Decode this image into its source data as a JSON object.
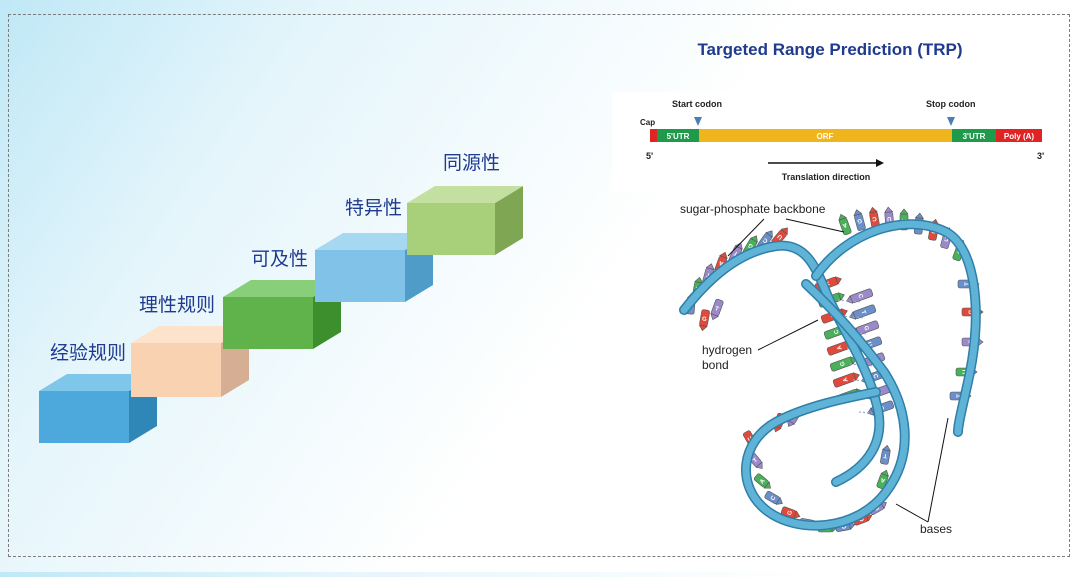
{
  "staircase": {
    "steps": [
      {
        "label": "经验规则",
        "top": "#7ec6ea",
        "front": "#4da8dc",
        "side": "#2f87b8"
      },
      {
        "label": "理性规则",
        "top": "#fde3cb",
        "front": "#f9d2b2",
        "side": "#d6ae93"
      },
      {
        "label": "可及性",
        "top": "#89cf7a",
        "front": "#5fb34a",
        "side": "#3d8f2e"
      },
      {
        "label": "特异性",
        "top": "#a7d8f2",
        "front": "#80c2e8",
        "side": "#4f9cc9"
      },
      {
        "label": "同源性",
        "top": "#c4e0a1",
        "front": "#a8cf7a",
        "side": "#7ea653"
      }
    ]
  },
  "trp": {
    "title": "Targeted Range Prediction (TRP)"
  },
  "mrna": {
    "start_codon": "Start codon",
    "stop_codon": "Stop codon",
    "cap": "Cap",
    "utr5": "5'UTR",
    "orf": "ORF",
    "utr3": "3'UTR",
    "polya": "Poly (A)",
    "end5": "5'",
    "end3": "3'",
    "direction": "Translation direction",
    "colors": {
      "cap": "#e02424",
      "utr": "#1f9a4a",
      "orf": "#f0b41c",
      "polya": "#e02424",
      "marker": "#4a7fb5"
    }
  },
  "dna": {
    "backbone_label": "sugar-phosphate backbone",
    "hbond_label": [
      "hydrogen",
      "bond"
    ],
    "bases_label": "bases",
    "base_letters": [
      "A",
      "T",
      "G",
      "C",
      "U",
      "T",
      "A",
      "C",
      "G",
      "T",
      "A",
      "G",
      "C",
      "U",
      "A",
      "T",
      "G",
      "C"
    ],
    "colors": {
      "backbone": "#5fb3d6",
      "backbone_dark": "#2f7fa8",
      "a": "#e04a3a",
      "t": "#9b89c9",
      "g": "#4bb05a",
      "c": "#6b8fc8"
    }
  }
}
